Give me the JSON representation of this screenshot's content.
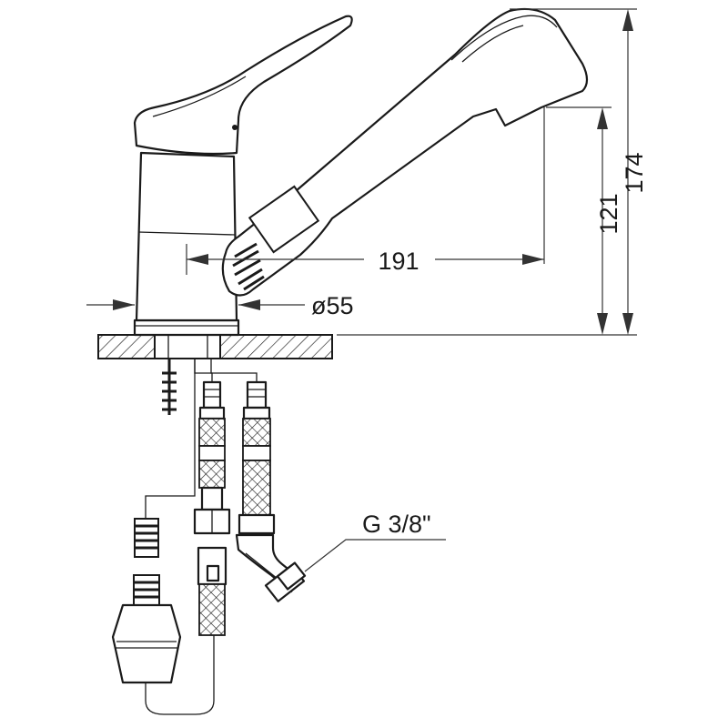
{
  "dimensions": {
    "total_height": "174",
    "spout_height": "121",
    "spout_reach": "191",
    "base_diameter": "ø55"
  },
  "connection_label": "G 3/8\""
}
